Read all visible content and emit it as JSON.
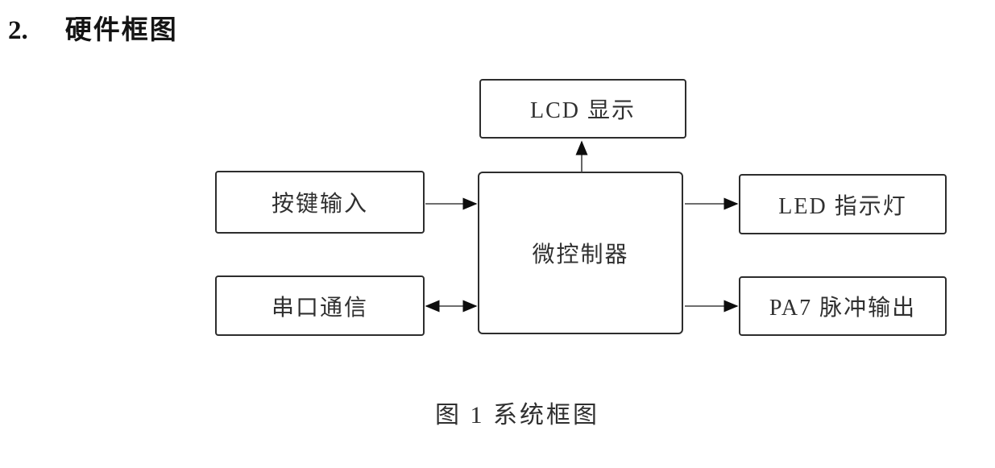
{
  "page": {
    "heading_number": "2.",
    "heading_text": "硬件框图",
    "caption": "图 1 系统框图"
  },
  "diagram": {
    "type": "block-diagram",
    "nodes": {
      "lcd": "LCD 显示",
      "keypad": "按键输入",
      "serial": "串口通信",
      "mcu": "微控制器",
      "led": "LED 指示灯",
      "pa7": "PA7 脉冲输出"
    },
    "connections": [
      {
        "from": "mcu",
        "to": "lcd",
        "direction": "up",
        "arrow": "single"
      },
      {
        "from": "keypad",
        "to": "mcu",
        "direction": "right",
        "arrow": "single"
      },
      {
        "from": "serial",
        "to": "mcu",
        "direction": "horizontal",
        "arrow": "double"
      },
      {
        "from": "mcu",
        "to": "led",
        "direction": "right",
        "arrow": "single"
      },
      {
        "from": "mcu",
        "to": "pa7",
        "direction": "right",
        "arrow": "single"
      }
    ],
    "colors": {
      "box_border": "#2d2d2d",
      "line": "#3f3f3f",
      "arrowhead": "#0d0d0d",
      "text": "#303030",
      "background": "#ffffff"
    }
  }
}
